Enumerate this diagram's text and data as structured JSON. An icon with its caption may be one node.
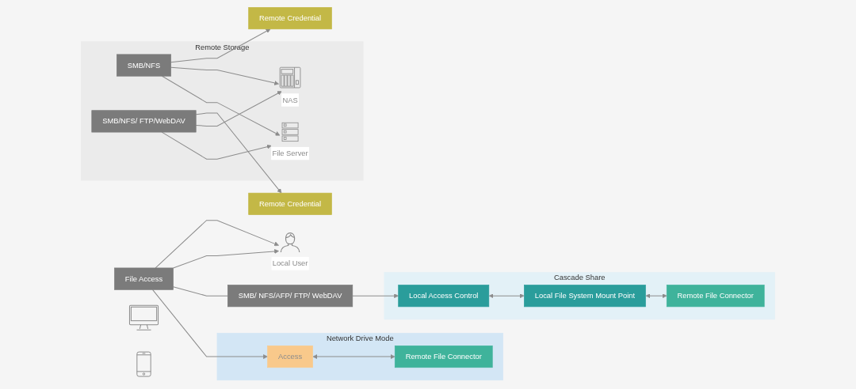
{
  "diagram": {
    "nodes": [
      {
        "text": [
          "Local User"
        ]
      },
      {
        "text": [
          "File Access"
        ]
      },
      {
        "text": [
          "SMB/ NFS/AFP/ FTP/ WebDAV"
        ]
      },
      {
        "text": [
          "Cascade Share"
        ]
      },
      {
        "text": [
          "Local Access Control"
        ],
        "in": 3
      },
      {
        "text": [
          "Local File System Mount Point"
        ],
        "in": 3
      },
      {
        "text": [
          "Remote File Connector"
        ],
        "in": 3
      },
      {
        "text": [
          "Remote Credential"
        ]
      },
      {
        "text": [
          "Remote Storage"
        ]
      },
      {
        "text": [
          "SMB/NFS"
        ],
        "in": 8
      },
      {
        "text": [
          "NAS"
        ],
        "in": 8
      },
      {
        "text": [],
        "shape": "picture"
      },
      {
        "text": [
          "Network Drive Mode"
        ]
      },
      {
        "text": [
          "Access"
        ],
        "in": 12
      },
      {
        "text": [],
        "shape": "picture"
      },
      {
        "text": [
          "Remote File Connector"
        ],
        "in": 12
      },
      {
        "text": [
          "Remote Credential"
        ]
      },
      {
        "text": [
          "SMB/NFS/ FTP/WebDAV"
        ],
        "in": 8
      },
      {
        "text": [
          "File Server"
        ],
        "in": 8
      }
    ],
    "edges": [
      {
        "from": 1,
        "to": 0,
        "arrow": "to"
      },
      {
        "from": 1,
        "to": 0,
        "arrow": "to"
      },
      {
        "from": 1,
        "to": 2,
        "arrow": "none"
      },
      {
        "from": 2,
        "to": 4,
        "arrow": "to"
      },
      {
        "from": 4,
        "to": 5,
        "arrow": "both"
      },
      {
        "from": 5,
        "to": 6,
        "arrow": "both"
      },
      {
        "from": 9,
        "to": 7,
        "arrow": "to"
      },
      {
        "from": 9,
        "to": 10,
        "arrow": "to"
      },
      {
        "from": 9,
        "to": 18,
        "arrow": "to"
      },
      {
        "from": 1,
        "to": 13,
        "arrow": "to"
      },
      {
        "from": 13,
        "to": 15,
        "arrow": "both"
      },
      {
        "from": 17,
        "to": 16,
        "arrow": "to"
      },
      {
        "from": 17,
        "to": 10,
        "arrow": "to"
      },
      {
        "from": 17,
        "to": 18,
        "arrow": "to"
      }
    ]
  }
}
